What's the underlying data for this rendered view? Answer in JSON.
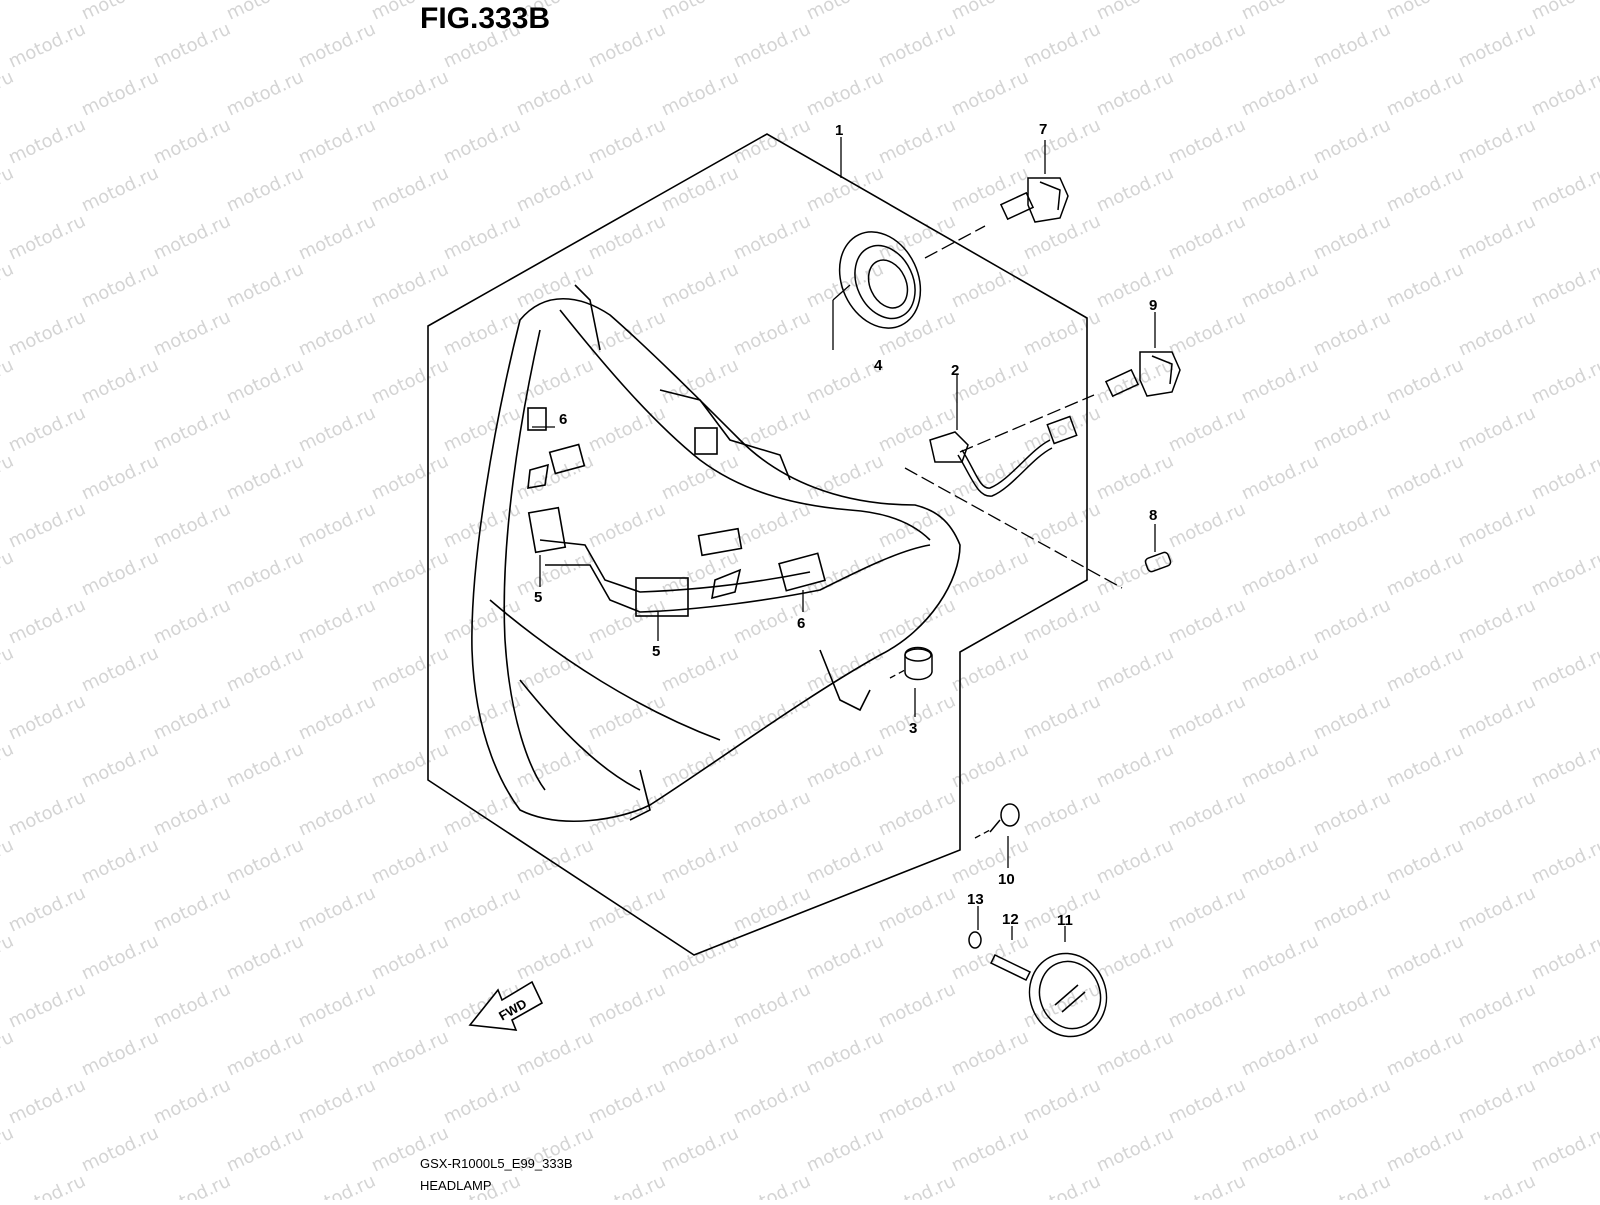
{
  "figure": {
    "title": "FIG.333B",
    "code": "GSX-R1000L5_E99_333B",
    "name": "HEADLAMP"
  },
  "watermark": {
    "text": "motod.ru",
    "color": "#d4d4d4"
  },
  "direction_marker": {
    "label": "FWD",
    "icon": "fwd-arrow-icon"
  },
  "callouts": {
    "c1": "1",
    "c2": "2",
    "c3": "3",
    "c4": "4",
    "c5a": "5",
    "c5b": "5",
    "c6a": "6",
    "c6b": "6",
    "c7": "7",
    "c8": "8",
    "c9": "9",
    "c10": "10",
    "c11": "11",
    "c12": "12",
    "c13": "13"
  }
}
